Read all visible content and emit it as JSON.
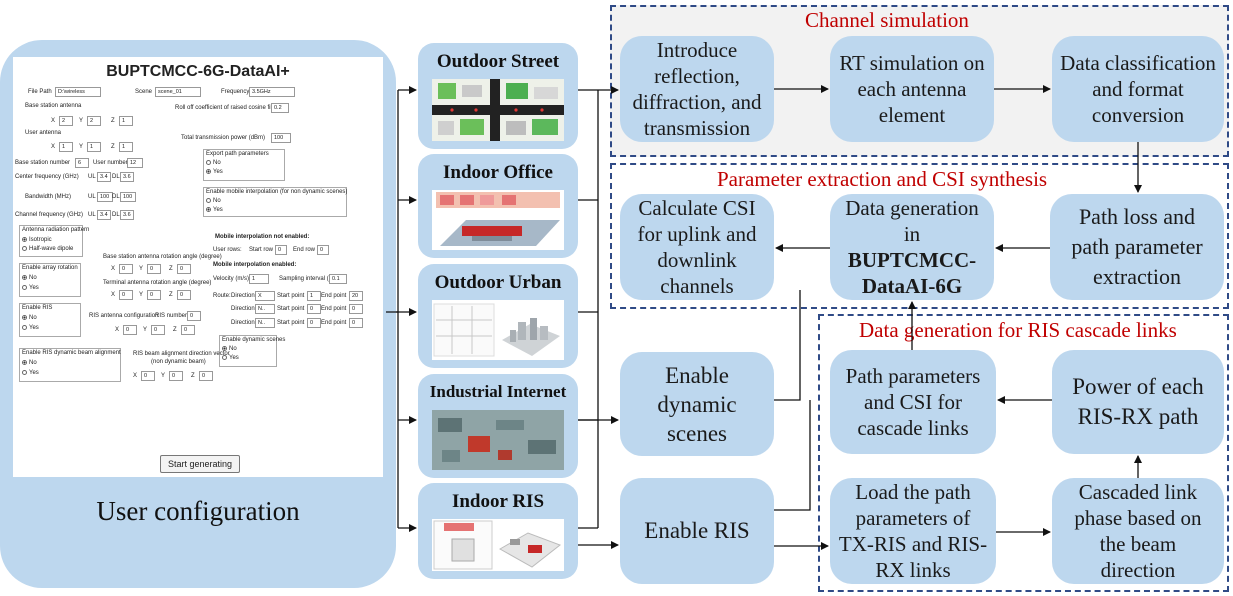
{
  "config_panel": {
    "caption": "User configuration",
    "app_title": "BUPTCMCC-6G-DataAI+",
    "file_path_label": "File Path",
    "file_path_value": "D:\\wireless",
    "scene_label": "Scene",
    "scene_value": "scene_01",
    "frequency_label": "Frequency",
    "frequency_value": "3.5GHz",
    "bs_antenna_label": "Base station antenna",
    "rolloff_label": "Roll off coefficient of raised cosine filter",
    "rolloff_value": "0.2",
    "bs_x": "2",
    "bs_y": "2",
    "bs_z": "1",
    "user_antenna_label": "User antenna",
    "total_power_label": "Total transmission power  (dBm)",
    "total_power_value": "100",
    "ue_x": "1",
    "ue_y": "1",
    "ue_z": "1",
    "bs_number_label": "Base station number",
    "bs_number_value": "6",
    "user_number_label": "User number",
    "user_number_value": "12",
    "center_freq_label": "Center frequency (GHz)",
    "ul_cf": "3.4",
    "dl_cf": "3.6",
    "bandwidth_label": "Bandwidth (MHz)",
    "ul_bw": "100",
    "dl_bw": "100",
    "channel_freq_label": "Channel frequency (GHz)",
    "ul_ch": "3.4",
    "dl_ch": "3.6",
    "ul_label": "UL",
    "dl_label": "DL",
    "x_label": "X",
    "y_label": "Y",
    "z_label": "Z",
    "export_path_label": "Export path parameters",
    "no_label": "No",
    "yes_label": "Yes",
    "mobile_interp_label": "Enable mobile interpolation (for non dynamic scenes)",
    "antenna_pattern_label": "Antenna radiation pattern",
    "isotropic_label": "Isotropic",
    "halfwave_label": "Half-wave dipole",
    "mobile_not_enabled_label": "Mobile interpolation not enabled:",
    "user_rows_label": "User rows:",
    "start_row_label": "Start row",
    "start_row_value": "0",
    "end_row_label": "End row",
    "end_row_value": "0",
    "bs_rotation_label": "Base station antenna rotation angle (degree)",
    "bs_rot_x": "0",
    "bs_rot_y": "0",
    "bs_rot_z": "0",
    "array_rotation_label": "Enable array rotation",
    "mobile_enabled_label": "Mobile interpolation enabled:",
    "velocity_label": "Velocity  (m/s)",
    "velocity_value": "1",
    "sampling_label": "Sampling interval  (s)",
    "sampling_value": "0.1",
    "terminal_rotation_label": "Terminal antenna rotation angle (degree)",
    "ue_rot_x": "0",
    "ue_rot_y": "0",
    "ue_rot_z": "0",
    "route_label": "Route:",
    "direction_label": "Direction",
    "dir1": "X",
    "dir2": "N..",
    "dir3": "N..",
    "start_point_label": "Start point",
    "end_point_label": "End point",
    "sp1": "1",
    "ep1": "20",
    "sp2": "0",
    "ep2": "0",
    "sp3": "0",
    "ep3": "0",
    "enable_ris_label": "Enable RIS",
    "ris_config_label": "RIS antenna configuration",
    "ris_number_label": "RIS number",
    "ris_number_value": "0",
    "ris_x": "0",
    "ris_y": "0",
    "ris_z": "0",
    "ris_dynamic_label": "Enable RIS dynamic beam alignment",
    "ris_beam_label": "RIS beam alignment direction vector",
    "ris_beam_sub": "(non dynamic beam)",
    "dyn_scene_label": "Enable dynamic scenes",
    "beam_x": "0",
    "beam_y": "0",
    "beam_z": "0",
    "start_button": "Start generating"
  },
  "scenes": [
    {
      "label": "Outdoor Street"
    },
    {
      "label": "Indoor Office"
    },
    {
      "label": "Outdoor Urban"
    },
    {
      "label": "Industrial Internet"
    },
    {
      "label": "Indoor RIS"
    }
  ],
  "sections": {
    "channel_simulation": "Channel simulation",
    "parameter_extraction": "Parameter extraction and CSI synthesis",
    "ris_generation": "Data generation for RIS cascade links"
  },
  "boxes": {
    "introduce": "Introduce reflection, diffraction, and transmission",
    "rt_sim": "RT simulation on each antenna element",
    "data_class": "Data classification and format conversion",
    "path_loss": "Path loss and path parameter extraction",
    "data_gen_prefix": "Data generation in",
    "data_gen_bold": "BUPTCMCC-DataAI-6G",
    "calc_csi": "Calculate CSI for uplink and downlink channels",
    "enable_dynamic": "Enable dynamic scenes",
    "enable_ris": "Enable RIS",
    "path_params_csi": "Path parameters and CSI for cascade links",
    "power_ris": "Power of each RIS-RX path",
    "load_path": "Load the path parameters of TX-RIS and RIS-RX links",
    "cascaded_phase": "Cascaded link phase based on the beam direction"
  },
  "colors": {
    "box_fill": "#bdd7ee",
    "section_title": "#c00000",
    "dash_border": "#2f4a86"
  }
}
